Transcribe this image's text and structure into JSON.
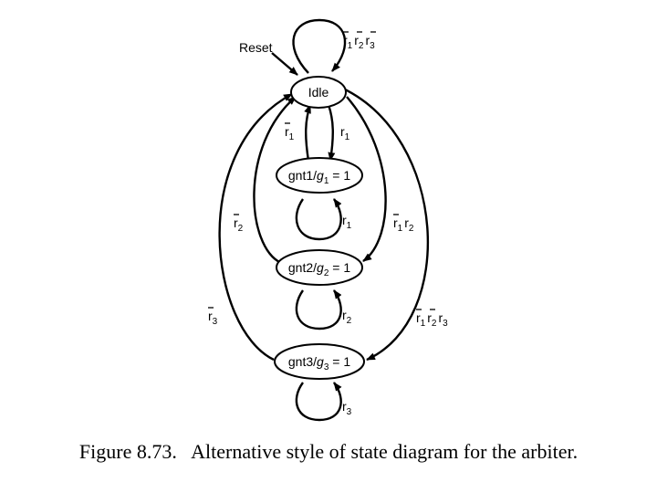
{
  "states": {
    "idle": "Idle",
    "gnt1": {
      "name": "gnt1",
      "out": "g",
      "sub": "1",
      "eq": " = 1"
    },
    "gnt2": {
      "name": "gnt2",
      "out": "g",
      "sub": "2",
      "eq": " = 1"
    },
    "gnt3": {
      "name": "gnt3",
      "out": "g",
      "sub": "3",
      "eq": " = 1"
    }
  },
  "reset_label": "Reset",
  "var": "r",
  "idx": [
    "1",
    "2",
    "3"
  ],
  "caption": "Figure 8.73.   Alternative style of state diagram for the arbiter."
}
